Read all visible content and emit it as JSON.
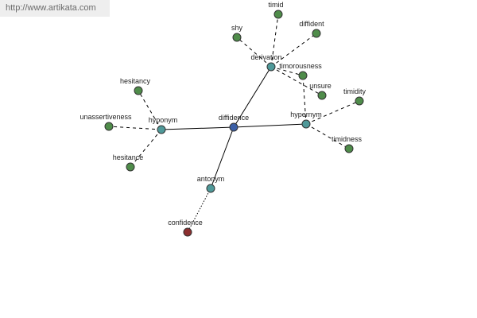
{
  "watermark": "http://www.artikata.com",
  "colors": {
    "center": "#3b5fa6",
    "relation": "#4f9999",
    "word": "#4f8c4a",
    "antonym_word": "#8c2f2f"
  },
  "nodes": [
    {
      "id": "diffidence",
      "label": "diffidence",
      "kind": "center"
    },
    {
      "id": "derivation",
      "label": "derivation",
      "kind": "relation"
    },
    {
      "id": "hypernym",
      "label": "hypernym",
      "kind": "relation"
    },
    {
      "id": "hyponym",
      "label": "hyponym",
      "kind": "relation"
    },
    {
      "id": "antonym",
      "label": "antonym",
      "kind": "relation"
    },
    {
      "id": "timid",
      "label": "timid",
      "kind": "word"
    },
    {
      "id": "shy",
      "label": "shy",
      "kind": "word"
    },
    {
      "id": "diffident",
      "label": "diffident",
      "kind": "word"
    },
    {
      "id": "timorousness",
      "label": "timorousness",
      "kind": "word"
    },
    {
      "id": "unsure",
      "label": "unsure",
      "kind": "word"
    },
    {
      "id": "timidity",
      "label": "timidity",
      "kind": "word"
    },
    {
      "id": "timidness",
      "label": "timidness",
      "kind": "word"
    },
    {
      "id": "hesitancy",
      "label": "hesitancy",
      "kind": "word"
    },
    {
      "id": "unassertiveness",
      "label": "unassertiveness",
      "kind": "word"
    },
    {
      "id": "hesitance",
      "label": "hesitance",
      "kind": "word"
    },
    {
      "id": "confidence",
      "label": "confidence",
      "kind": "antonym_word"
    }
  ],
  "edges": [
    {
      "from": "diffidence",
      "to": "derivation",
      "style": "solid"
    },
    {
      "from": "diffidence",
      "to": "hypernym",
      "style": "solid"
    },
    {
      "from": "diffidence",
      "to": "hyponym",
      "style": "solid"
    },
    {
      "from": "diffidence",
      "to": "antonym",
      "style": "solid"
    },
    {
      "from": "derivation",
      "to": "timid",
      "style": "dashed"
    },
    {
      "from": "derivation",
      "to": "shy",
      "style": "dashed"
    },
    {
      "from": "derivation",
      "to": "diffident",
      "style": "dashed"
    },
    {
      "from": "derivation",
      "to": "timorousness",
      "style": "dashed"
    },
    {
      "from": "derivation",
      "to": "unsure",
      "style": "dashed"
    },
    {
      "from": "hypernym",
      "to": "timidity",
      "style": "dashed"
    },
    {
      "from": "hypernym",
      "to": "timidness",
      "style": "dashed"
    },
    {
      "from": "hypernym",
      "to": "timorousness",
      "style": "dashed"
    },
    {
      "from": "hyponym",
      "to": "hesitancy",
      "style": "dashed"
    },
    {
      "from": "hyponym",
      "to": "unassertiveness",
      "style": "dashed"
    },
    {
      "from": "hyponym",
      "to": "hesitance",
      "style": "dashed"
    },
    {
      "from": "antonym",
      "to": "confidence",
      "style": "dotted"
    }
  ]
}
